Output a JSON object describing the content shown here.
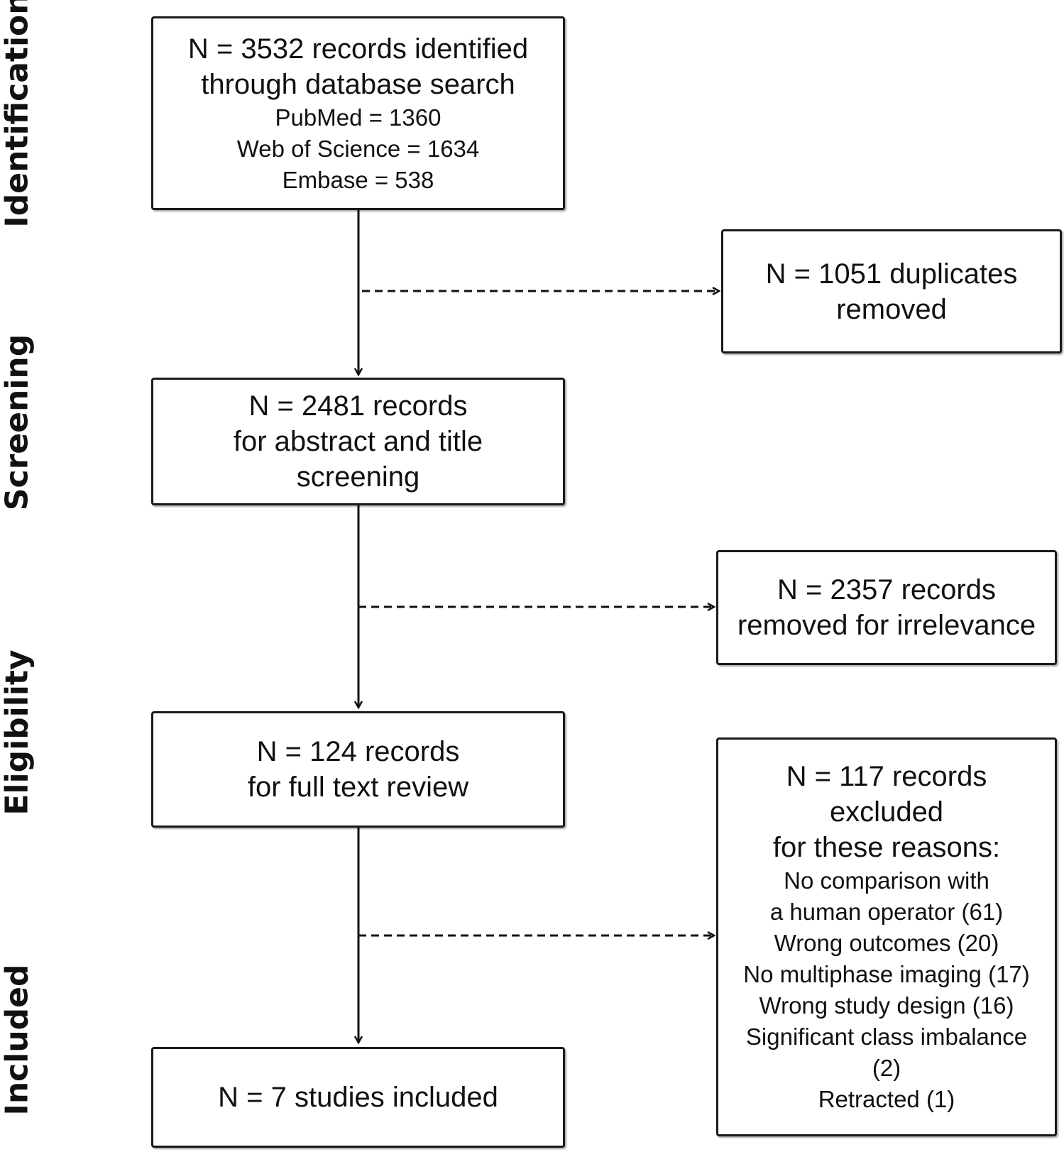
{
  "stages": {
    "identification": "Identification",
    "screening": "Screening",
    "eligibility": "Eligibility",
    "included": "Included"
  },
  "boxes": {
    "identified": {
      "line1": "N = 3532 records identified",
      "line2": "through database search",
      "sources": [
        "PubMed = 1360",
        "Web of Science = 1634",
        "Embase = 538"
      ]
    },
    "duplicates": {
      "line1": "N = 1051 duplicates",
      "line2": "removed"
    },
    "screening": {
      "line1": "N = 2481 records",
      "line2": "for abstract and title",
      "line3": "screening"
    },
    "irrelevant": {
      "line1": "N = 2357 records",
      "line2": "removed for irrelevance"
    },
    "fulltext": {
      "line1": "N = 124 records",
      "line2": "for full text review"
    },
    "excluded": {
      "line1": "N = 117 records",
      "line2": "excluded",
      "line3": "for these reasons:",
      "reasons": [
        "No comparison with",
        "a human operator (61)",
        "Wrong outcomes (20)",
        "No multiphase imaging (17)",
        "Wrong study design (16)",
        "Significant class imbalance",
        "(2)",
        "Retracted (1)"
      ]
    },
    "included": {
      "line1": "N = 7 studies included"
    }
  }
}
